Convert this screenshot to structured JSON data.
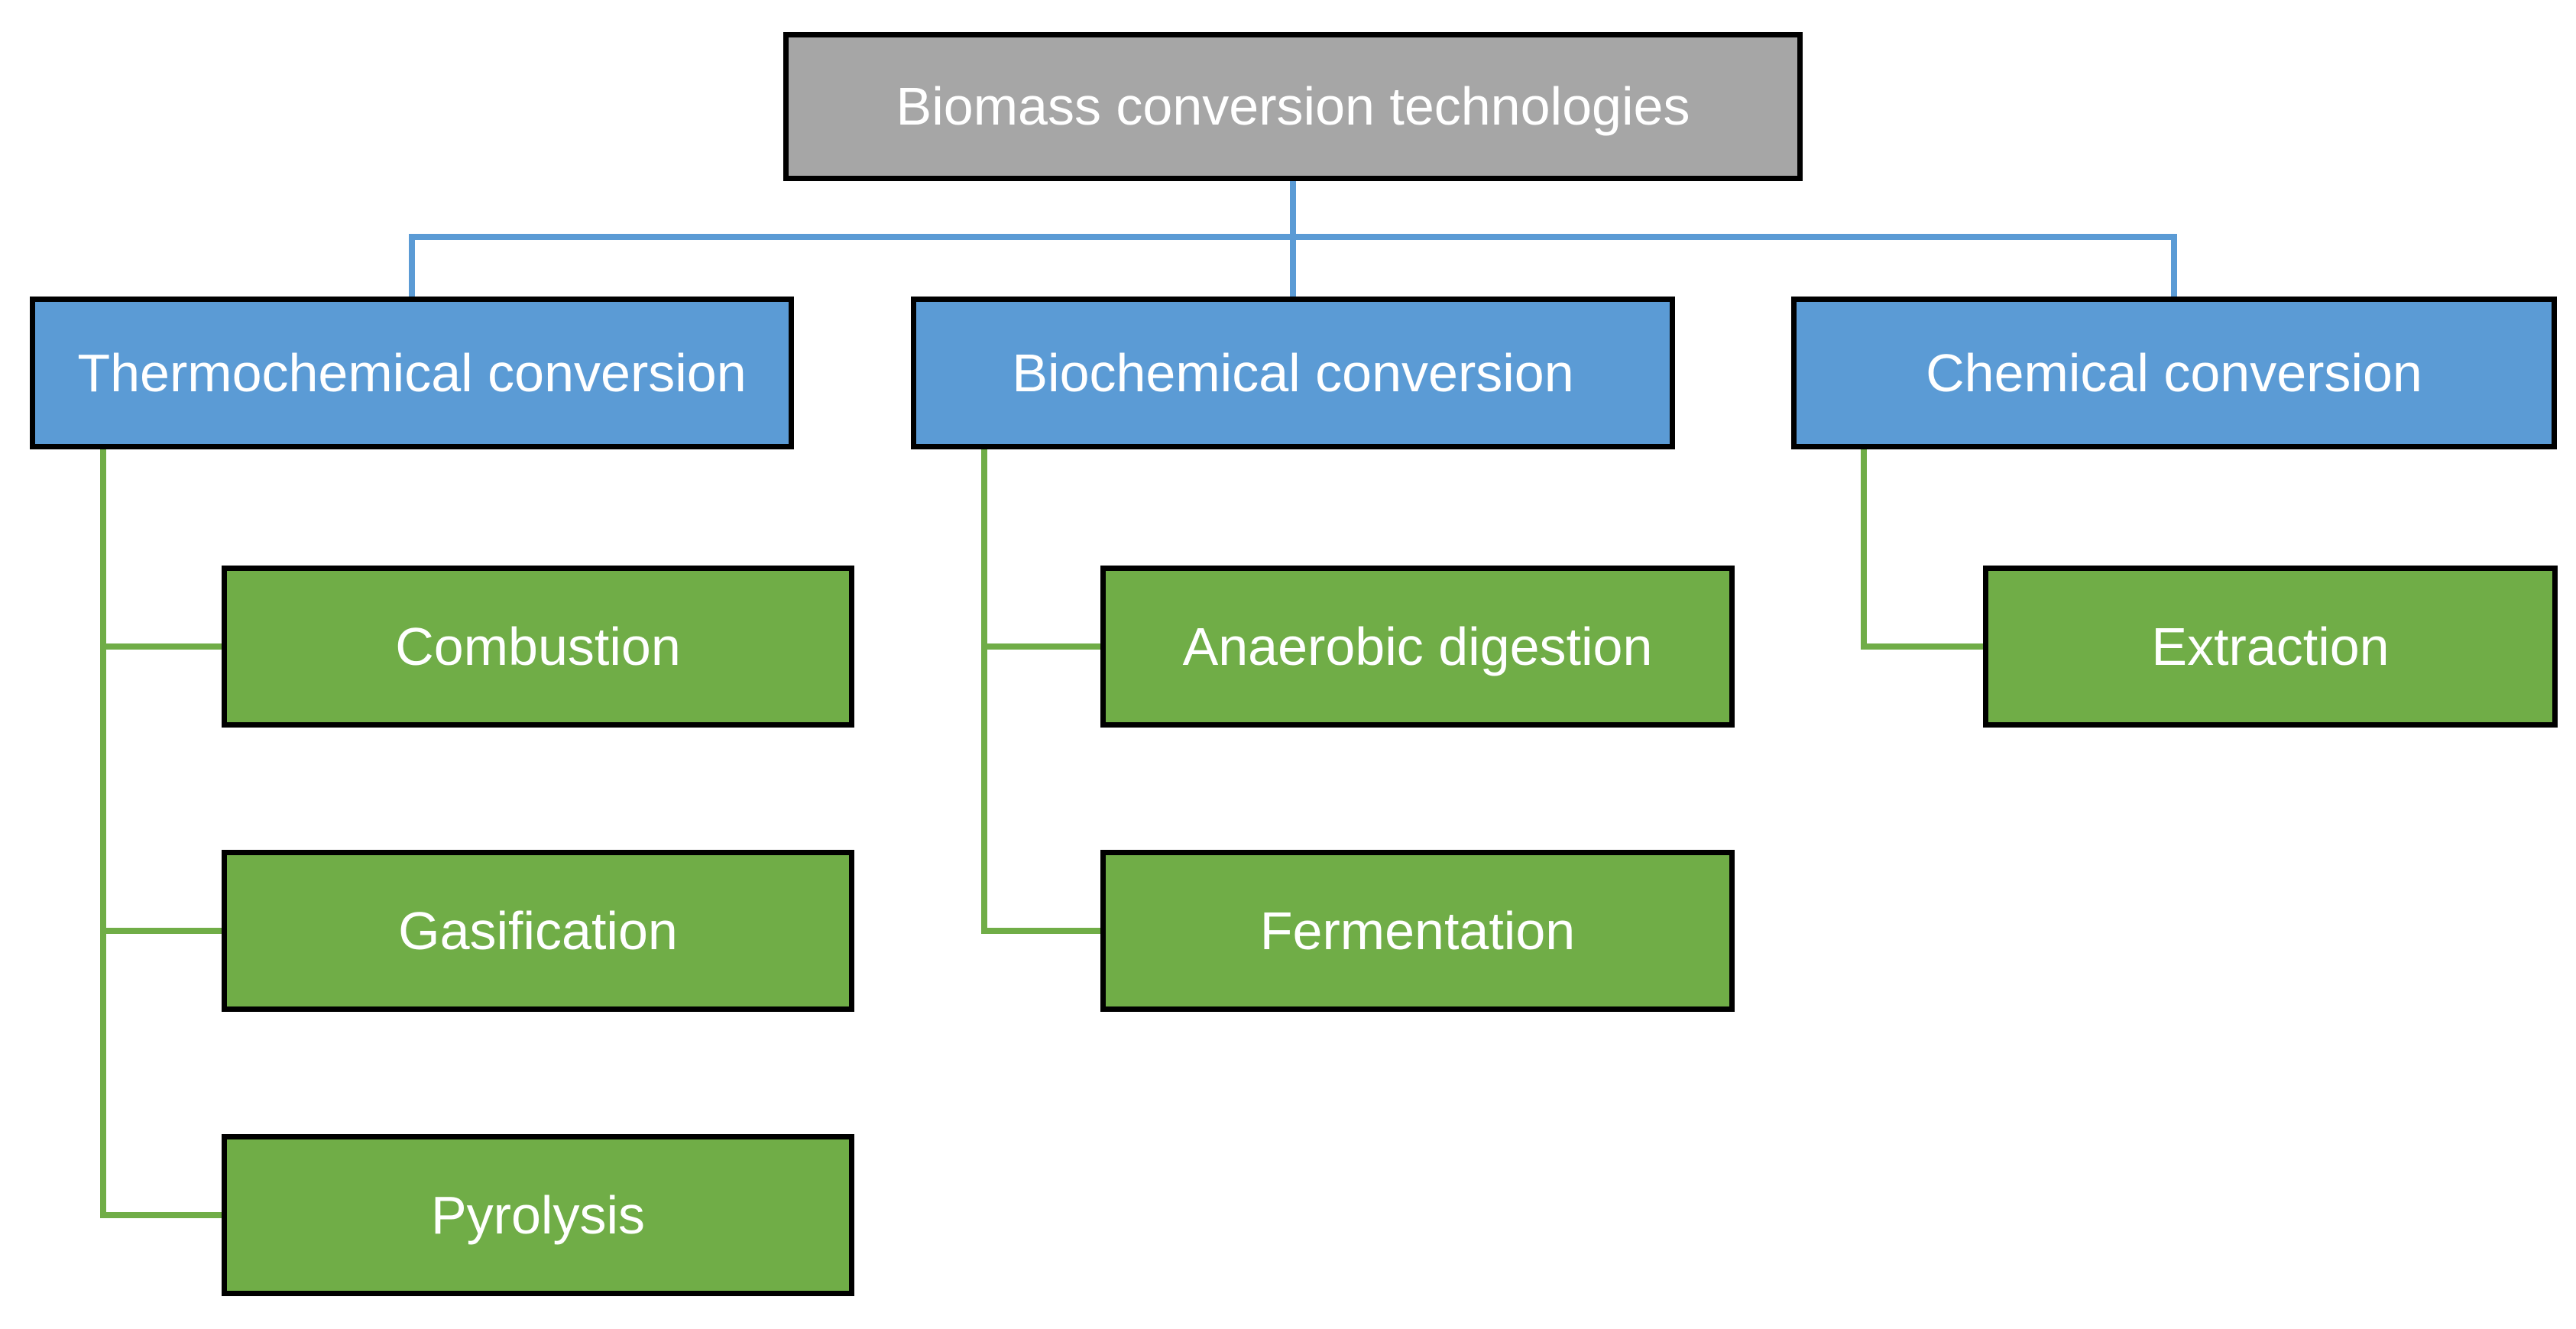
{
  "diagram": {
    "type": "hierarchy-flowchart",
    "colors": {
      "root_fill": "#a6a6a6",
      "branch_fill": "#5b9bd5",
      "leaf_fill": "#70ad47",
      "branch_line": "#5b9bd5",
      "leaf_line": "#70ad47",
      "border": "#000000",
      "text": "#ffffff",
      "background": "#ffffff"
    },
    "root": {
      "label": "Biomass conversion technologies"
    },
    "branches": [
      {
        "label": "Thermochemical conversion",
        "children": [
          {
            "label": "Combustion"
          },
          {
            "label": "Gasification"
          },
          {
            "label": "Pyrolysis"
          }
        ]
      },
      {
        "label": "Biochemical conversion",
        "children": [
          {
            "label": "Anaerobic digestion"
          },
          {
            "label": "Fermentation"
          }
        ]
      },
      {
        "label": "Chemical conversion",
        "children": [
          {
            "label": "Extraction"
          }
        ]
      }
    ]
  }
}
